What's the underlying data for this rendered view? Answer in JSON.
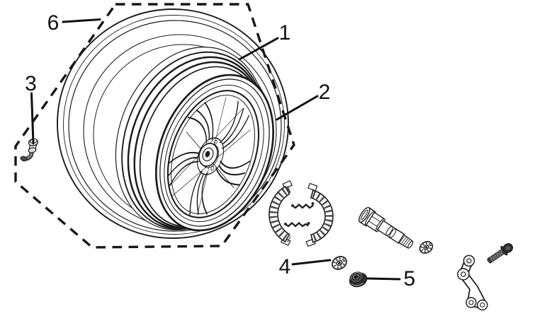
{
  "diagram": {
    "colors": {
      "background": "#ffffff",
      "line": "#1c1c1c",
      "callout_text": "#101010"
    },
    "callouts": [
      {
        "label": "1"
      },
      {
        "label": "2"
      },
      {
        "label": "3"
      },
      {
        "label": "4"
      },
      {
        "label": "5"
      },
      {
        "label": "6"
      }
    ]
  }
}
